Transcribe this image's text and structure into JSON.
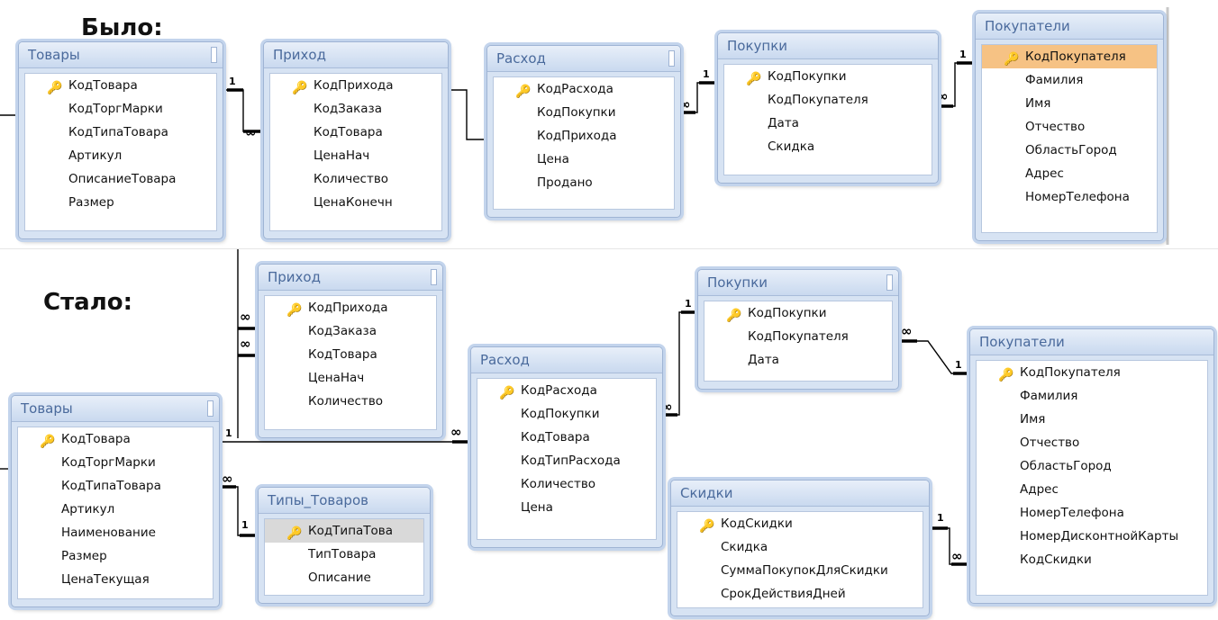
{
  "before": {
    "title": "Было:",
    "tables": [
      {
        "name": "Товары",
        "fields": [
          {
            "name": "КодТовара",
            "key": true
          },
          {
            "name": "КодТоргМарки"
          },
          {
            "name": "КодТипаТовара"
          },
          {
            "name": "Артикул"
          },
          {
            "name": "ОписаниеТовара"
          },
          {
            "name": "Размер"
          }
        ]
      },
      {
        "name": "Приход",
        "fields": [
          {
            "name": "КодПрихода",
            "key": true
          },
          {
            "name": "КодЗаказа"
          },
          {
            "name": "КодТовара"
          },
          {
            "name": "ЦенаНач"
          },
          {
            "name": "Количество"
          },
          {
            "name": "ЦенаКонечн"
          }
        ]
      },
      {
        "name": "Расход",
        "fields": [
          {
            "name": "КодРасхода",
            "key": true
          },
          {
            "name": "КодПокупки"
          },
          {
            "name": "КодПрихода"
          },
          {
            "name": "Цена"
          },
          {
            "name": "Продано"
          }
        ]
      },
      {
        "name": "Покупки",
        "fields": [
          {
            "name": "КодПокупки",
            "key": true
          },
          {
            "name": "КодПокупателя"
          },
          {
            "name": "Дата"
          },
          {
            "name": "Скидка"
          }
        ]
      },
      {
        "name": "Покупатели",
        "fields": [
          {
            "name": "КодПокупателя",
            "key": true,
            "selected": true
          },
          {
            "name": "Фамилия"
          },
          {
            "name": "Имя"
          },
          {
            "name": "Отчество"
          },
          {
            "name": "ОбластьГород"
          },
          {
            "name": "Адрес"
          },
          {
            "name": "НомерТелефона"
          }
        ]
      }
    ]
  },
  "after": {
    "title": "Стало:",
    "tables": [
      {
        "name": "Приход",
        "fields": [
          {
            "name": "КодПрихода",
            "key": true
          },
          {
            "name": "КодЗаказа"
          },
          {
            "name": "КодТовара"
          },
          {
            "name": "ЦенаНач"
          },
          {
            "name": "Количество"
          }
        ]
      },
      {
        "name": "Товары",
        "fields": [
          {
            "name": "КодТовара",
            "key": true
          },
          {
            "name": "КодТоргМарки"
          },
          {
            "name": "КодТипаТовара"
          },
          {
            "name": "Артикул"
          },
          {
            "name": "Наименование"
          },
          {
            "name": "Размер"
          },
          {
            "name": "ЦенаТекущая"
          }
        ]
      },
      {
        "name": "Типы_Товаров",
        "fields": [
          {
            "name": "КодТипаТова",
            "key": true,
            "grey": true
          },
          {
            "name": "ТипТовара"
          },
          {
            "name": "Описание"
          }
        ]
      },
      {
        "name": "Расход",
        "fields": [
          {
            "name": "КодРасхода",
            "key": true
          },
          {
            "name": "КодПокупки"
          },
          {
            "name": "КодТовара"
          },
          {
            "name": "КодТипРасхода"
          },
          {
            "name": "Количество"
          },
          {
            "name": "Цена"
          }
        ]
      },
      {
        "name": "Покупки",
        "fields": [
          {
            "name": "КодПокупки",
            "key": true
          },
          {
            "name": "КодПокупателя"
          },
          {
            "name": "Дата"
          }
        ]
      },
      {
        "name": "Скидки",
        "fields": [
          {
            "name": "КодСкидки",
            "key": true
          },
          {
            "name": "Скидка"
          },
          {
            "name": "СуммаПокупокДляСкидки"
          },
          {
            "name": "СрокДействияДней"
          }
        ]
      },
      {
        "name": "Покупатели",
        "fields": [
          {
            "name": "КодПокупателя",
            "key": true
          },
          {
            "name": "Фамилия"
          },
          {
            "name": "Имя"
          },
          {
            "name": "Отчество"
          },
          {
            "name": "ОбластьГород"
          },
          {
            "name": "Адрес"
          },
          {
            "name": "НомерТелефона"
          },
          {
            "name": "НомерДисконтнойКарты"
          },
          {
            "name": "КодСкидки"
          }
        ]
      }
    ]
  },
  "relation_labels": {
    "one": "1",
    "many": "∞"
  }
}
